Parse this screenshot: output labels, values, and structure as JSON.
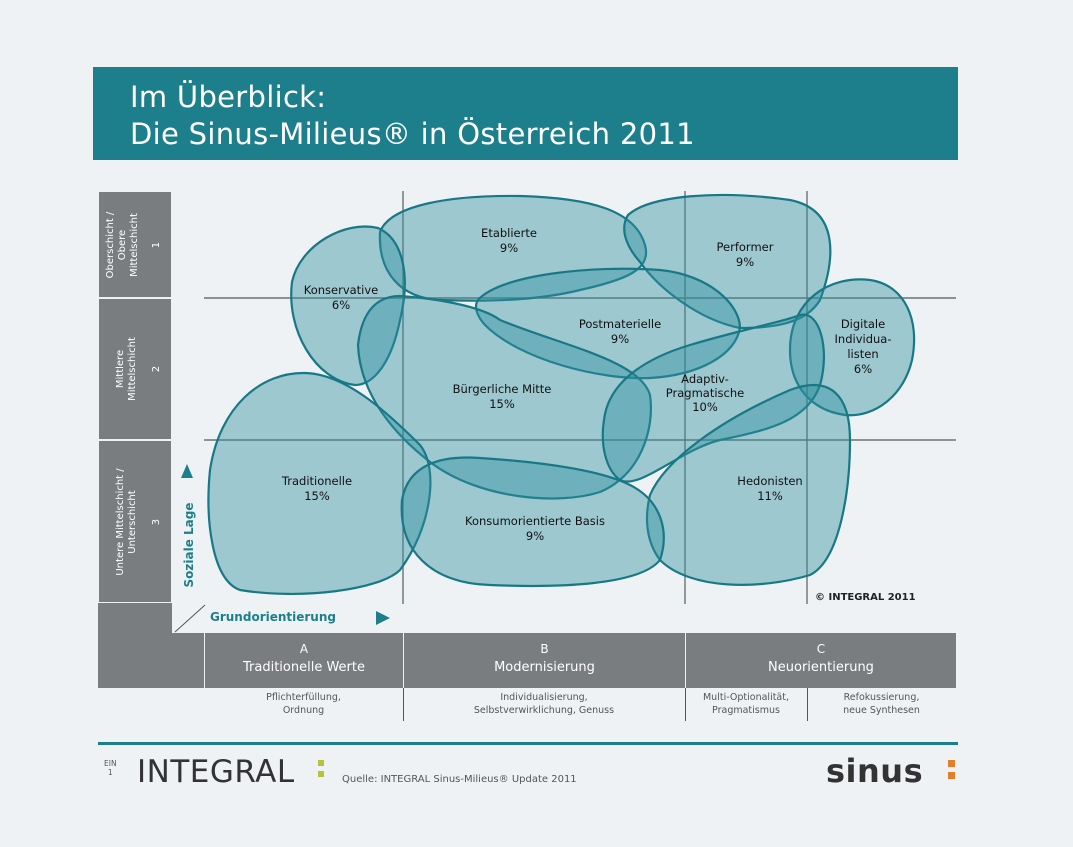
{
  "title": {
    "line1": "Im Überblick:",
    "line2": "Die Sinus-Milieus® in Österreich 2011"
  },
  "rows": [
    {
      "label_line1": "Oberschicht /",
      "label_line2": "Obere",
      "label_line3": "Mittelschicht",
      "number": "1"
    },
    {
      "label_line1": "Mittlere",
      "label_line2": "Mittelschicht",
      "label_line3": "",
      "number": "2"
    },
    {
      "label_line1": "Untere Mittelschicht /",
      "label_line2": "Unterschicht",
      "label_line3": "",
      "number": "3"
    }
  ],
  "axes": {
    "vertical": "Soziale Lage",
    "horizontal": "Grundorientierung"
  },
  "columns": [
    {
      "letter": "A",
      "name": "Traditionelle Werte"
    },
    {
      "letter": "B",
      "name": "Modernisierung"
    },
    {
      "letter": "C",
      "name": "Neuorientierung"
    }
  ],
  "subtitles": [
    {
      "line1": "Pflichterfüllung,",
      "line2": "Ordnung"
    },
    {
      "line1": "Individualisierung,",
      "line2": "Selbstverwirklichung, Genuss"
    },
    {
      "line1": "Multi-Optionalität,",
      "line2": "Pragmatismus"
    },
    {
      "line1": "Refokussierung,",
      "line2": "neue Synthesen"
    }
  ],
  "milieus": [
    {
      "name_line1": "Etablierte",
      "name_line2": "",
      "share": "9%"
    },
    {
      "name_line1": "Performer",
      "name_line2": "",
      "share": "9%"
    },
    {
      "name_line1": "Konservative",
      "name_line2": "",
      "share": "6%"
    },
    {
      "name_line1": "Postmaterielle",
      "name_line2": "",
      "share": "9%"
    },
    {
      "name_line1": "Digitale",
      "name_line2": "Individua-",
      "name_line3": "listen",
      "share": "6%"
    },
    {
      "name_line1": "Bürgerliche Mitte",
      "name_line2": "",
      "share": "15%"
    },
    {
      "name_line1": "Adaptiv-",
      "name_line2": "Pragmatische",
      "share": "10%"
    },
    {
      "name_line1": "Traditionelle",
      "name_line2": "",
      "share": "15%"
    },
    {
      "name_line1": "Hedonisten",
      "name_line2": "",
      "share": "11%"
    },
    {
      "name_line1": "Konsumorientierte Basis",
      "name_line2": "",
      "share": "9%"
    }
  ],
  "copyright": "© INTEGRAL 2011",
  "footer": {
    "ein": "EIN",
    "page": "1",
    "brand_left": "INTEGRAL",
    "source": "Quelle: INTEGRAL Sinus-Milieus® Update 2011",
    "brand_right": "sinus"
  },
  "colors": {
    "teal": "#1d7f8c",
    "bubble_fill": "#2e8e9e",
    "gray": "#7a7d80",
    "integral_accent": "#b5c23a",
    "sinus_accent": "#e57d2c"
  }
}
